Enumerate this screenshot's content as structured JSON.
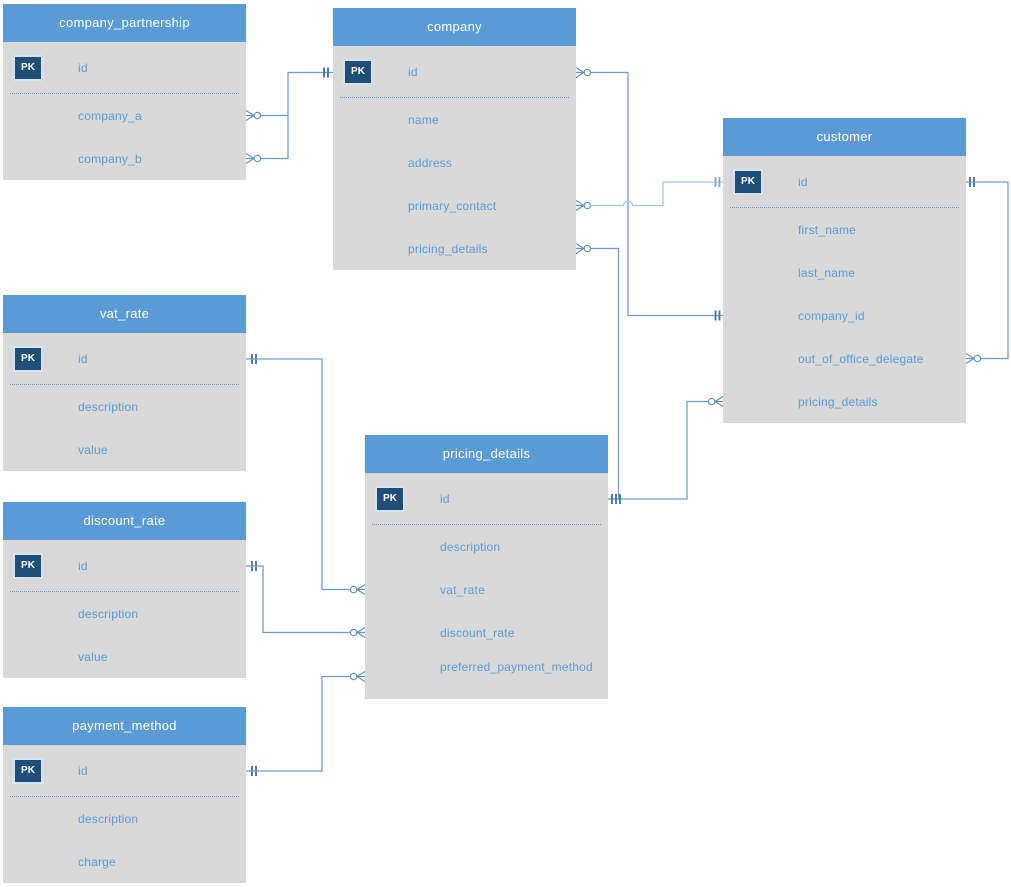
{
  "pk_label": "PK",
  "colors": {
    "table_header": "#5B9BD5",
    "table_body": "#D9D9D9",
    "pk_badge": "#1F4E79",
    "field_text": "#5B9BD5",
    "connector_line": "#6F9CCE",
    "connector_line_light": "#A6C4E8",
    "cardinality_tick": "#3E6FA9"
  },
  "tables": [
    {
      "name": "company_partnership",
      "fields": [
        {
          "name": "id",
          "pk": true
        },
        {
          "name": "company_a",
          "pk": false
        },
        {
          "name": "company_b",
          "pk": false
        }
      ]
    },
    {
      "name": "company",
      "fields": [
        {
          "name": "id",
          "pk": true
        },
        {
          "name": "name",
          "pk": false
        },
        {
          "name": "address",
          "pk": false
        },
        {
          "name": "primary_contact",
          "pk": false
        },
        {
          "name": "pricing_details",
          "pk": false
        }
      ]
    },
    {
      "name": "customer",
      "fields": [
        {
          "name": "id",
          "pk": true
        },
        {
          "name": "first_name",
          "pk": false
        },
        {
          "name": "last_name",
          "pk": false
        },
        {
          "name": "company_id",
          "pk": false
        },
        {
          "name": "out_of_office_delegate",
          "pk": false
        },
        {
          "name": "pricing_details",
          "pk": false
        }
      ]
    },
    {
      "name": "vat_rate",
      "fields": [
        {
          "name": "id",
          "pk": true
        },
        {
          "name": "description",
          "pk": false
        },
        {
          "name": "value",
          "pk": false
        }
      ]
    },
    {
      "name": "discount_rate",
      "fields": [
        {
          "name": "id",
          "pk": true
        },
        {
          "name": "description",
          "pk": false
        },
        {
          "name": "value",
          "pk": false
        }
      ]
    },
    {
      "name": "payment_method",
      "fields": [
        {
          "name": "id",
          "pk": true
        },
        {
          "name": "description",
          "pk": false
        },
        {
          "name": "charge",
          "pk": false
        }
      ]
    },
    {
      "name": "pricing_details",
      "fields": [
        {
          "name": "id",
          "pk": true
        },
        {
          "name": "description",
          "pk": false
        },
        {
          "name": "vat_rate",
          "pk": false
        },
        {
          "name": "discount_rate",
          "pk": false
        },
        {
          "name": "preferred_payment_method",
          "pk": false
        }
      ]
    }
  ],
  "connectors": [
    {
      "from": "company_partnership.company_a",
      "to": "company.id",
      "from_cardinality": "zero-or-many",
      "to_cardinality": "one"
    },
    {
      "from": "company_partnership.company_b",
      "to": "company.id",
      "from_cardinality": "zero-or-many",
      "to_cardinality": "one"
    },
    {
      "from": "company.id",
      "to": "customer.company_id",
      "from_cardinality": "zero-or-many",
      "to_cardinality": "one"
    },
    {
      "from": "company.primary_contact",
      "to": "customer.id",
      "from_cardinality": "zero-or-many",
      "to_cardinality": "one"
    },
    {
      "from": "company.pricing_details",
      "to": "pricing_details.id",
      "from_cardinality": "zero-or-many",
      "to_cardinality": "one"
    },
    {
      "from": "customer.pricing_details",
      "to": "pricing_details.id",
      "from_cardinality": "zero-or-many",
      "to_cardinality": "one"
    },
    {
      "from": "customer.out_of_office_delegate",
      "to": "customer.id",
      "from_cardinality": "zero-or-many",
      "to_cardinality": "one"
    },
    {
      "from": "pricing_details.vat_rate",
      "to": "vat_rate.id",
      "from_cardinality": "zero-or-many",
      "to_cardinality": "one"
    },
    {
      "from": "pricing_details.discount_rate",
      "to": "discount_rate.id",
      "from_cardinality": "zero-or-many",
      "to_cardinality": "one"
    },
    {
      "from": "pricing_details.preferred_payment_method",
      "to": "payment_method.id",
      "from_cardinality": "zero-or-many",
      "to_cardinality": "one"
    }
  ]
}
